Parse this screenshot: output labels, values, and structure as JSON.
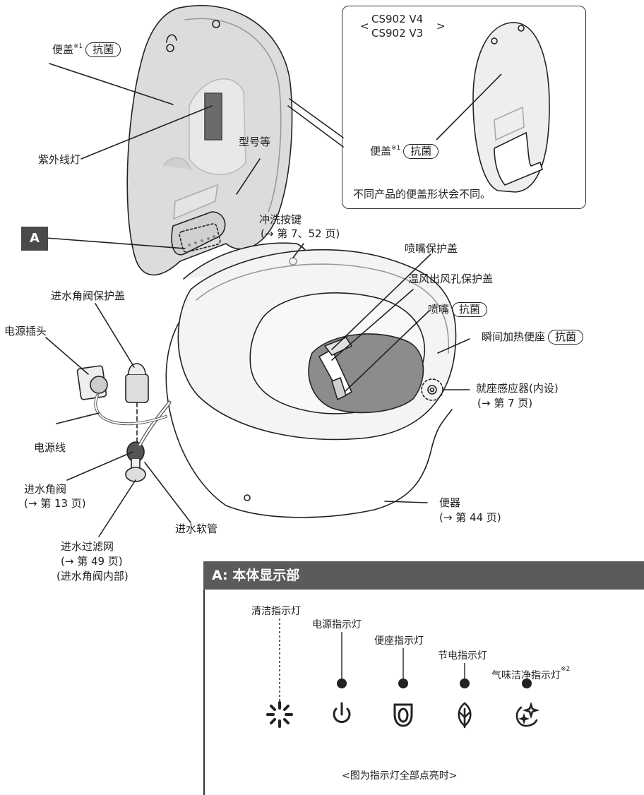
{
  "labels": {
    "lid": "便盖",
    "lid_note": "※1",
    "antibacterial": "抗菌",
    "uv_lamp": "紫外线灯",
    "model": "型号等",
    "flush_button": "冲洗按键",
    "flush_ref": "(→ 第 7、52 页)",
    "nozzle_cover": "喷嘴保护盖",
    "air_cover": "温风出风孔保护盖",
    "nozzle": "喷嘴",
    "seat": "瞬间加热便座",
    "seat_sensor": "就座感应器(内设)",
    "seat_sensor_ref": "(→ 第 7 页)",
    "valve_cover": "进水角阀保护盖",
    "power_plug": "电源插头",
    "power_cord": "电源线",
    "valve": "进水角阀",
    "valve_ref": "(→ 第 13 页)",
    "hose": "进水软管",
    "filter": "进水过滤网",
    "filter_ref": "(→ 第 49 页)",
    "filter_note": "(进水角阀内部)",
    "bowl": "便器",
    "bowl_ref": "(→ 第 44 页)",
    "tag_a": "A"
  },
  "inset": {
    "model_line1": "CS902 V4",
    "model_line2": "CS902 V3",
    "bracket_left": "<",
    "bracket_right": ">",
    "lid": "便盖",
    "lid_note": "※1",
    "antibacterial": "抗菌",
    "note": "不同产品的便盖形状会不同。"
  },
  "panel": {
    "title": "A: 本体显示部",
    "indicators": [
      {
        "label": "清洁指示灯",
        "note": "",
        "icon": "sparkle-icon"
      },
      {
        "label": "电源指示灯",
        "note": "",
        "icon": "power-icon"
      },
      {
        "label": "便座指示灯",
        "note": "",
        "icon": "seat-icon"
      },
      {
        "label": "节电指示灯",
        "note": "",
        "icon": "leaf-icon"
      },
      {
        "label": "气味洁净指示灯",
        "note": "※2",
        "icon": "odor-sparkle-icon"
      }
    ],
    "caption": "<图为指示灯全部点亮时>"
  }
}
